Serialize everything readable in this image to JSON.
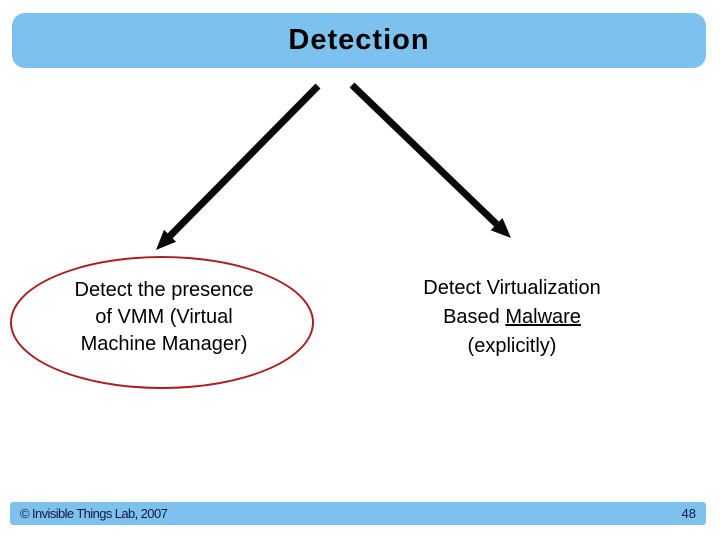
{
  "slide": {
    "title": "Detection",
    "left_node": {
      "line1": "Detect the presence",
      "line2": "of VMM (Virtual",
      "line3": "Machine Manager)"
    },
    "right_node": {
      "line1": "Detect Virtualization",
      "line2_prefix": "Based ",
      "line2_underlined": "Malware",
      "line3": "(explicitly)"
    },
    "footer": {
      "copyright": "© Invisible Things Lab, 2007",
      "page_number": "48"
    },
    "colors": {
      "header_blue": "#7dc2ee",
      "ellipse_red": "#aa1f1f",
      "arrow_black": "#0a0a0a",
      "body_text": "#000000",
      "footer_text": "#171744"
    }
  }
}
